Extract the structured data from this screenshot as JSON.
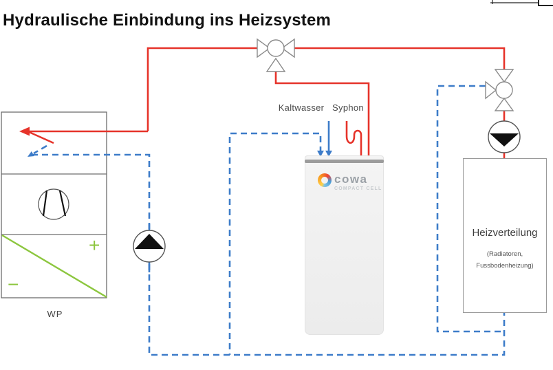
{
  "title": "Hydraulische Einbindung ins Heizsystem",
  "colors": {
    "red": "#e6332a",
    "blue": "#3d7cc9",
    "green": "#8cc63e",
    "gray": "#8a8a8a",
    "dark": "#222222"
  },
  "labels": {
    "kaltwasser": "Kaltwasser",
    "syphon": "Syphon",
    "wp": "WP",
    "plus": "+",
    "minus": "−"
  },
  "tank": {
    "brand": "cowa",
    "model": "COMPACT CELL"
  },
  "heizverteilung": {
    "title": "Heizverteilung",
    "subtitle_line1": "(Radiatoren,",
    "subtitle_line2": "Fussbodenheizung)"
  }
}
